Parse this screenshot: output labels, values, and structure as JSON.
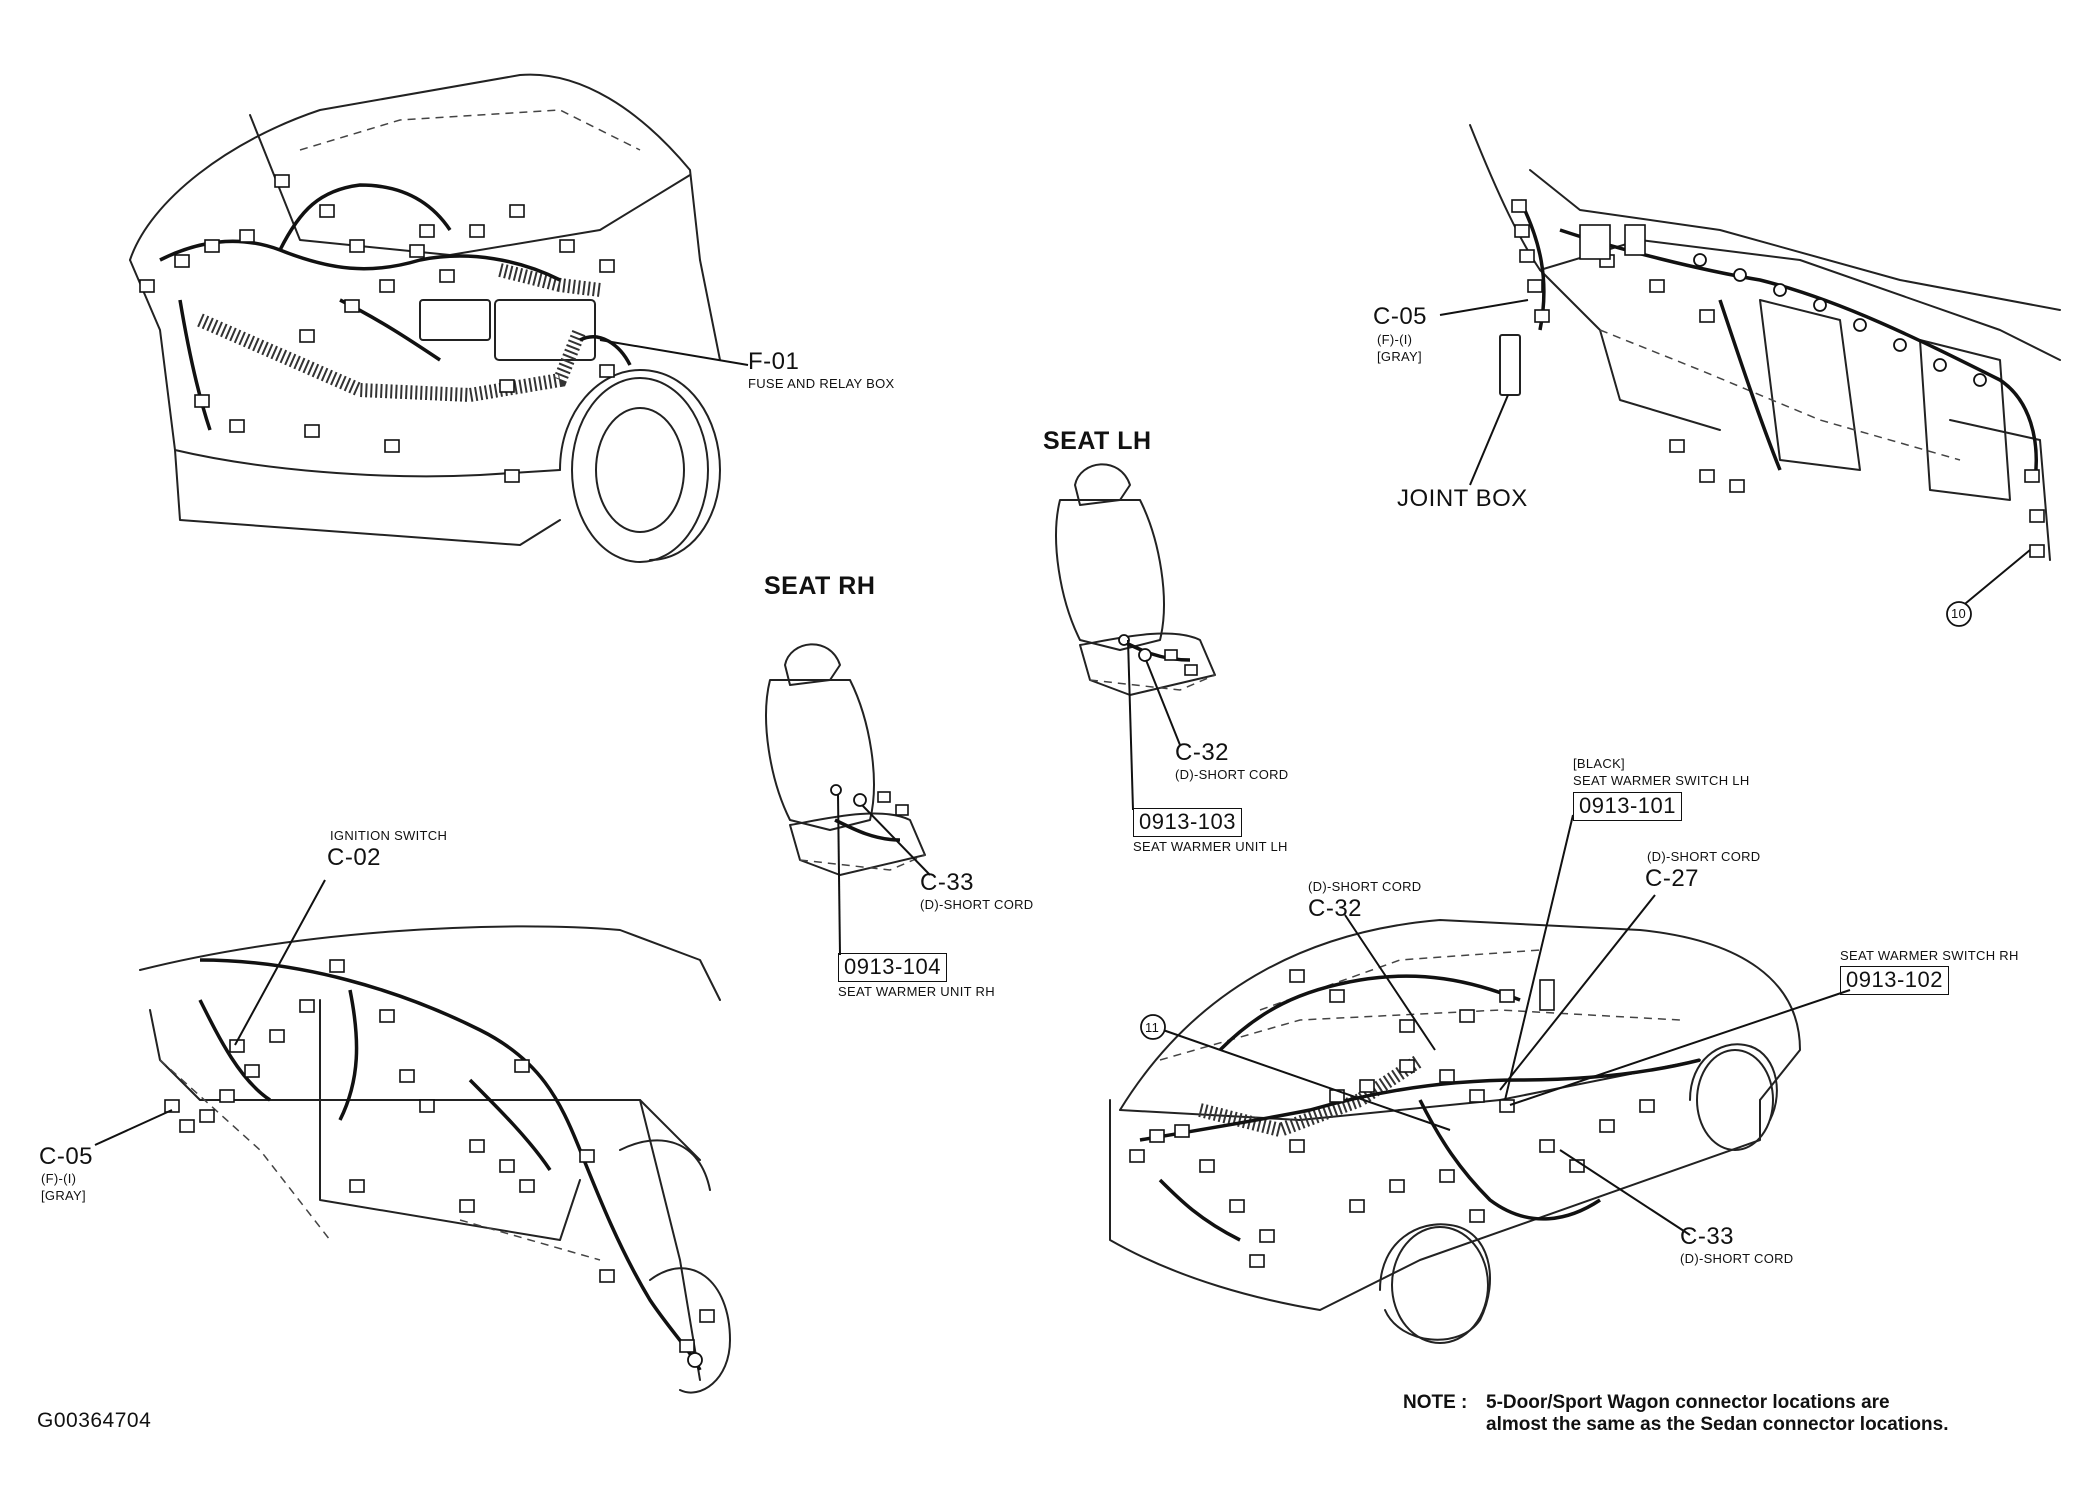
{
  "figure_id": "G00364704",
  "engine_view": {
    "fuse_box_code": "F-01",
    "fuse_box_desc": "FUSE AND RELAY BOX"
  },
  "dash_rh_view": {
    "c05_code": "C-05",
    "c05_sub1": "(F)-(I)",
    "c05_sub2": "[GRAY]",
    "joint_box": "JOINT BOX",
    "ref_10": "10"
  },
  "seat_lh": {
    "title": "SEAT LH",
    "c32_code": "C-32",
    "c32_desc": "(D)-SHORT CORD",
    "unit_code": "0913-103",
    "unit_desc": "SEAT WARMER UNIT LH"
  },
  "seat_rh": {
    "title": "SEAT RH",
    "c33_code": "C-33",
    "c33_desc": "(D)-SHORT CORD",
    "unit_code": "0913-104",
    "unit_desc": "SEAT WARMER UNIT RH"
  },
  "dash_lh_view": {
    "ign_desc": "IGNITION SWITCH",
    "ign_code": "C-02",
    "c05_code": "C-05",
    "c05_sub1": "(F)-(I)",
    "c05_sub2": "[GRAY]"
  },
  "cabin_view": {
    "sw_lh_color": "[BLACK]",
    "sw_lh_desc": "SEAT WARMER SWITCH LH",
    "sw_lh_code": "0913-101",
    "c27_desc": "(D)-SHORT CORD",
    "c27_code": "C-27",
    "c32_desc": "(D)-SHORT CORD",
    "c32_code": "C-32",
    "sw_rh_desc": "SEAT WARMER SWITCH RH",
    "sw_rh_code": "0913-102",
    "ref_11": "11",
    "c33_code": "C-33",
    "c33_desc": "(D)-SHORT CORD"
  },
  "note": {
    "prefix": "NOTE :",
    "line1": "5-Door/Sport Wagon connector locations are",
    "line2": "almost the same as the Sedan connector locations."
  }
}
